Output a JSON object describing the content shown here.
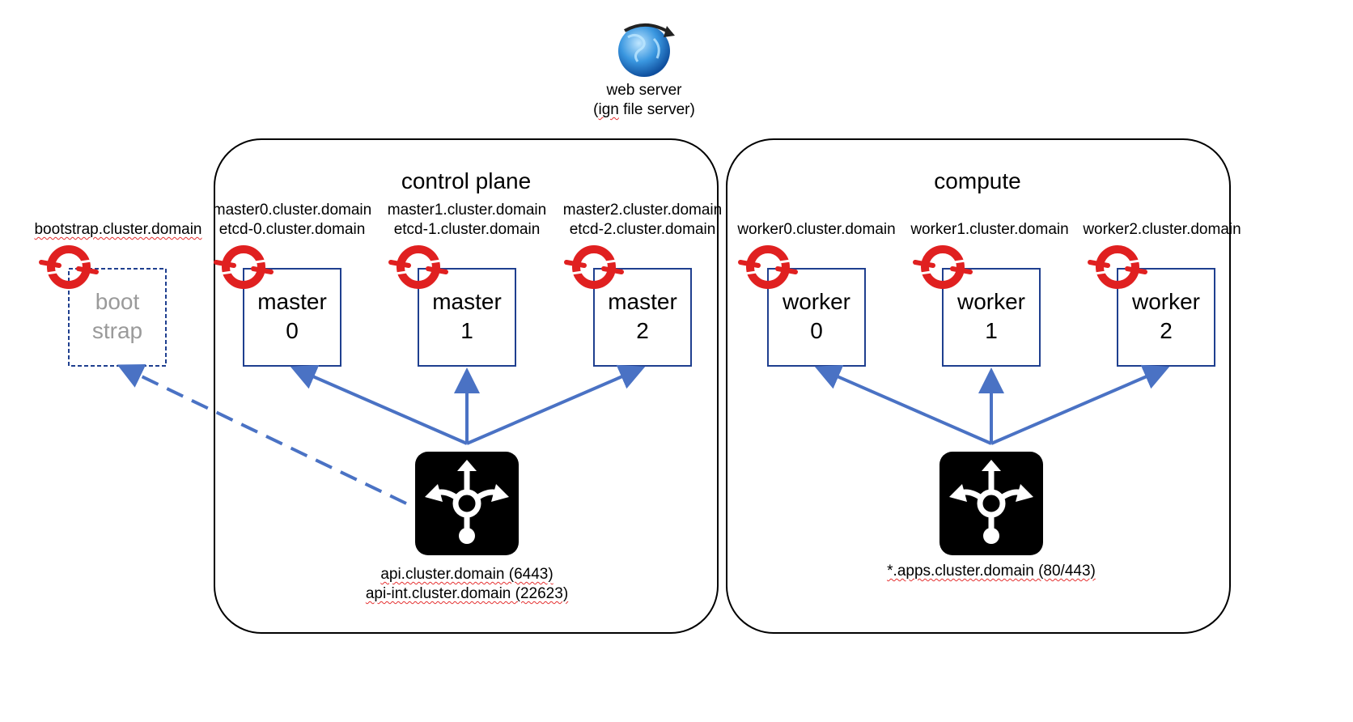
{
  "web_server": {
    "line1": "web server",
    "line2": "(ign file server)",
    "icon": "globe-icon"
  },
  "bootstrap": {
    "hostname": "bootstrap.cluster.domain",
    "label_line1": "boot",
    "label_line2": "strap"
  },
  "control_plane": {
    "title": "control plane",
    "nodes": [
      {
        "host": "master0.cluster.domain",
        "etcd": "etcd-0.cluster.domain",
        "label": "master",
        "index": "0"
      },
      {
        "host": "master1.cluster.domain",
        "etcd": "etcd-1.cluster.domain",
        "label": "master",
        "index": "1"
      },
      {
        "host": "master2.cluster.domain",
        "etcd": "etcd-2.cluster.domain",
        "label": "master",
        "index": "2"
      }
    ],
    "lb_line1": "api.cluster.domain (6443)",
    "lb_line2": "api-int.cluster.domain (22623)"
  },
  "compute": {
    "title": "compute",
    "nodes": [
      {
        "host": "worker0.cluster.domain",
        "label": "worker",
        "index": "0"
      },
      {
        "host": "worker1.cluster.domain",
        "label": "worker",
        "index": "1"
      },
      {
        "host": "worker2.cluster.domain",
        "label": "worker",
        "index": "2"
      }
    ],
    "lb_line1": "*.apps.cluster.domain (80/443)"
  },
  "colors": {
    "arrow": "#4a72c4",
    "box": "#1f3f8f",
    "openshift_red": "#e02020",
    "lb_bg": "#000000",
    "panel_border": "#000000"
  }
}
